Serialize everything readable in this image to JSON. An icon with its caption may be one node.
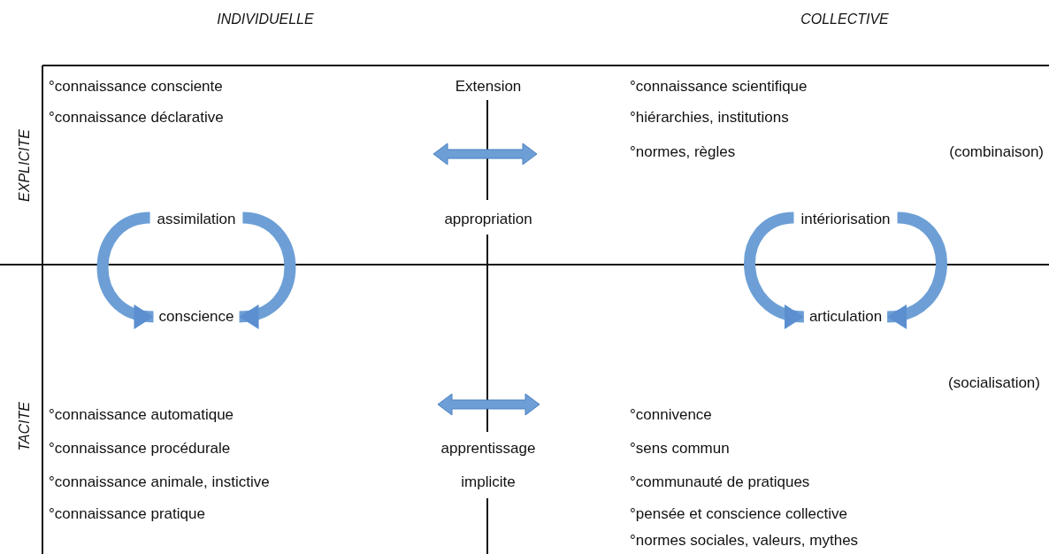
{
  "diagram": {
    "nodes": [
      {
        "text": [
          "assimilation"
        ]
      },
      {
        "text": [
          "conscience"
        ]
      },
      {
        "text": [
          "intériorisation"
        ]
      },
      {
        "text": [
          "articulation"
        ]
      }
    ],
    "edges": [
      {
        "from": 0,
        "to": 1,
        "arrow": "to"
      },
      {
        "from": 0,
        "to": 1,
        "arrow": "to"
      },
      {
        "from": 2,
        "to": 3,
        "arrow": "to"
      },
      {
        "from": 2,
        "to": 3,
        "arrow": "to"
      }
    ],
    "labels": [
      "INDIVIDUELLE",
      "COLLECTIVE",
      "EXPLICITE",
      "TACITE",
      "°connaissance consciente",
      "Extension",
      "°connaissance scientifique",
      "°connaissance déclarative",
      "°hiérarchies, institutions",
      "°normes, règles",
      "(combinaison)",
      "appropriation",
      "(socialisation)",
      "°connaissance automatique",
      "°connivence",
      "°connaissance procédurale",
      "apprentissage",
      "°sens commun",
      "°connaissance animale, instictive",
      "implicite",
      "°communauté de pratiques",
      "°connaissance pratique",
      "°pensée et conscience collective",
      "°normes sociales, valeurs, mythes"
    ]
  }
}
